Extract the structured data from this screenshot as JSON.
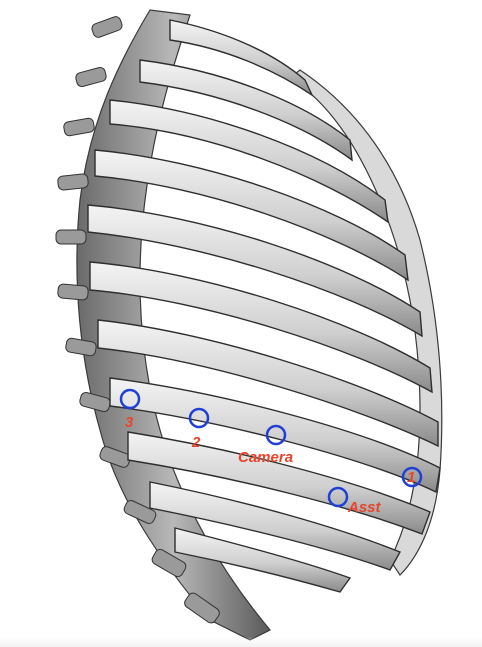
{
  "figure": {
    "subject": "rib-cage-lateral-view",
    "marker_color": "#1f3fd6",
    "label_color": "#e8452c",
    "ports": [
      {
        "id": "port-3",
        "label": "3"
      },
      {
        "id": "port-2",
        "label": "2"
      },
      {
        "id": "port-camera",
        "label": "Camera"
      },
      {
        "id": "port-1",
        "label": "1"
      },
      {
        "id": "port-asst",
        "label": "Asst"
      }
    ]
  }
}
